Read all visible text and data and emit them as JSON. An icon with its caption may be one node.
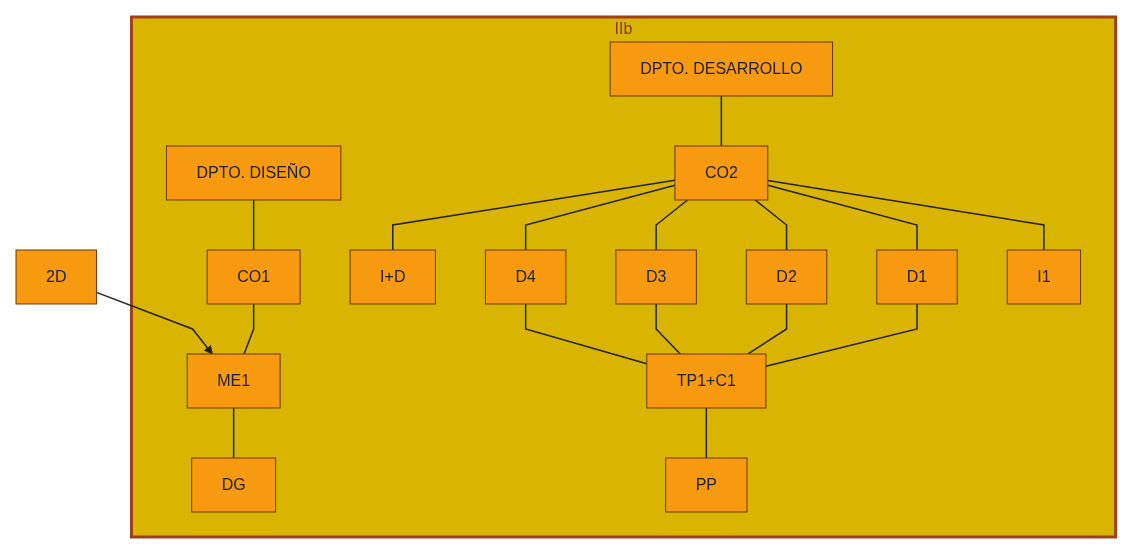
{
  "diagram": {
    "nodes": [
      {
        "text": [
          "IIb"
        ]
      },
      {
        "text": [
          "DPTO. DISEÑO"
        ],
        "in": 0
      },
      {
        "text": [
          "DPTO. DESARROLLO"
        ],
        "in": 0
      },
      {
        "text": [
          "CO1"
        ],
        "in": 0
      },
      {
        "text": [
          "CO2"
        ],
        "in": 0
      },
      {
        "text": [
          "I+D"
        ],
        "in": 0
      },
      {
        "text": [
          "2D"
        ]
      },
      {
        "text": [
          "ME1"
        ],
        "in": 0
      },
      {
        "text": [
          "D1"
        ],
        "in": 0
      },
      {
        "text": [
          "D2"
        ],
        "in": 0
      },
      {
        "text": [
          "D3"
        ],
        "in": 0
      },
      {
        "text": [
          "D4"
        ],
        "in": 0
      },
      {
        "text": [
          "I1"
        ],
        "in": 0
      },
      {
        "text": [
          "DG"
        ],
        "in": 0
      },
      {
        "text": [
          "TP1+C1"
        ],
        "in": 0
      },
      {
        "text": [
          "PP"
        ],
        "in": 0
      }
    ],
    "edges": [
      {
        "from": 1,
        "to": 3,
        "arrow": "none"
      },
      {
        "from": 3,
        "to": 7,
        "arrow": "none"
      },
      {
        "from": 2,
        "to": 4,
        "arrow": "none"
      },
      {
        "from": 4,
        "to": 5,
        "arrow": "none"
      },
      {
        "from": 4,
        "to": 8,
        "arrow": "none"
      },
      {
        "from": 4,
        "to": 9,
        "arrow": "none"
      },
      {
        "from": 4,
        "to": 10,
        "arrow": "none"
      },
      {
        "from": 4,
        "to": 11,
        "arrow": "none"
      },
      {
        "from": 4,
        "to": 12,
        "arrow": "none"
      },
      {
        "from": 6,
        "to": 7,
        "arrow": "to"
      },
      {
        "from": 7,
        "to": 13,
        "arrow": "none"
      },
      {
        "from": 8,
        "to": 14,
        "arrow": "none"
      },
      {
        "from": 9,
        "to": 14,
        "arrow": "none"
      },
      {
        "from": 10,
        "to": 14,
        "arrow": "none"
      },
      {
        "from": 11,
        "to": 14,
        "arrow": "none"
      },
      {
        "from": 14,
        "to": 15,
        "arrow": "none"
      }
    ]
  }
}
